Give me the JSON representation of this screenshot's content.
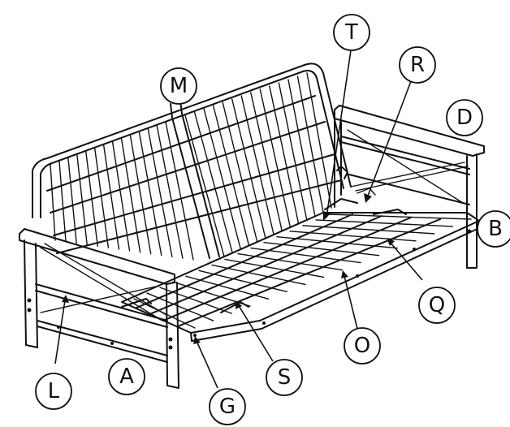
{
  "callouts": [
    {
      "id": "M",
      "label": "M"
    },
    {
      "id": "T",
      "label": "T"
    },
    {
      "id": "R",
      "label": "R"
    },
    {
      "id": "D",
      "label": "D"
    },
    {
      "id": "B",
      "label": "B"
    },
    {
      "id": "Q",
      "label": "Q"
    },
    {
      "id": "O",
      "label": "O"
    },
    {
      "id": "S",
      "label": "S"
    },
    {
      "id": "G",
      "label": "G"
    },
    {
      "id": "A",
      "label": "A"
    },
    {
      "id": "L",
      "label": "L"
    }
  ],
  "colors": {
    "line": "#111111",
    "background": "#ffffff"
  }
}
